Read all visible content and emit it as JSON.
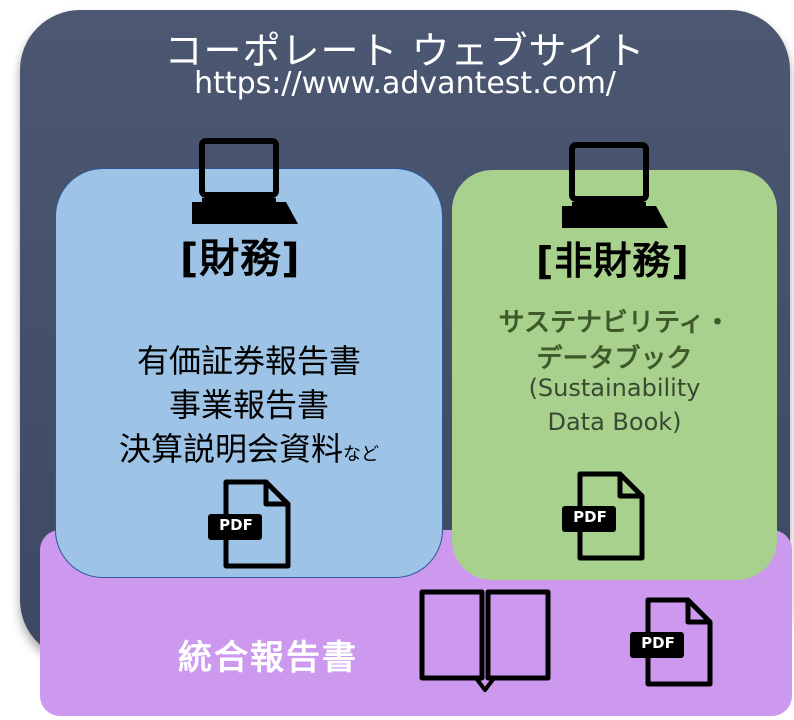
{
  "website": {
    "title": "コーポレート ウェブサイト",
    "url": "https://www.advantest.com/",
    "icon": "laptop-icon"
  },
  "financial": {
    "heading": "[財務]",
    "lines": [
      "有価証券報告書",
      "事業報告書",
      "決算説明会資料"
    ],
    "suffix": "など",
    "pdf_label": "PDF"
  },
  "nonfinancial": {
    "heading": "[非財務]",
    "lines": [
      "サステナビリティ・",
      "データブック",
      "(Sustainability",
      "Data Book)"
    ],
    "pdf_label": "PDF"
  },
  "integrated": {
    "label": "統合報告書",
    "pdf_label": "PDF",
    "icon": "open-book-icon"
  },
  "colors": {
    "website_bg": "#4c5872",
    "financial_bg": "#9dc3e6",
    "nonfinancial_bg": "#a9d18e",
    "integrated_bg": "#cc99ee"
  }
}
